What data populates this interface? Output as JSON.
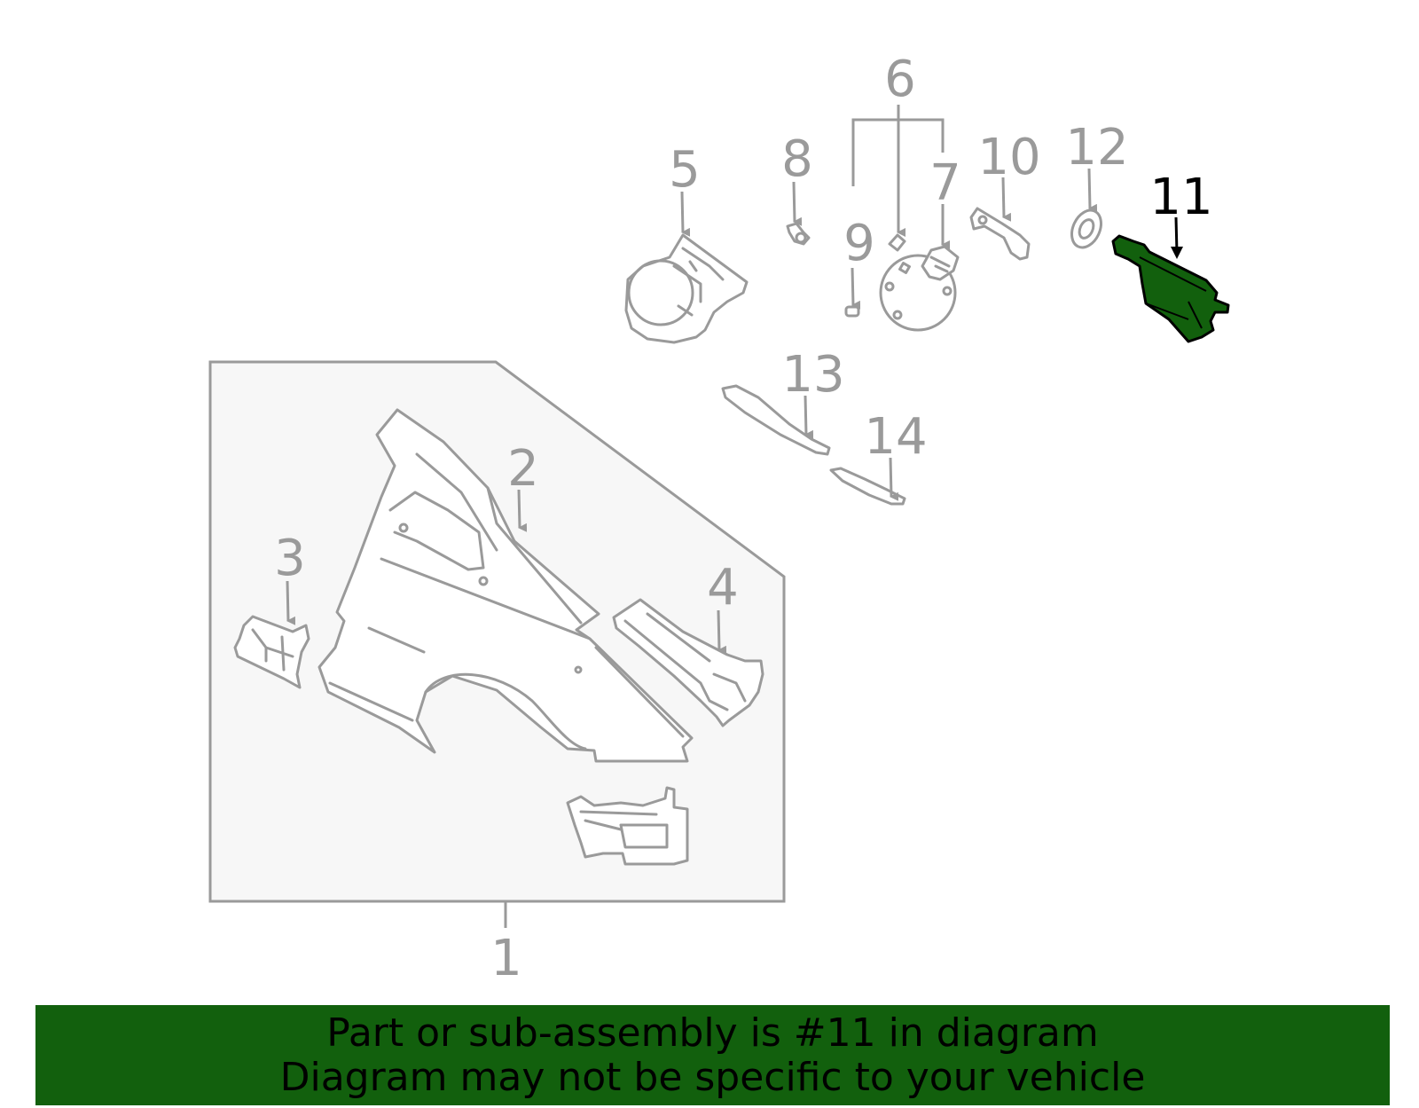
{
  "colors": {
    "banner_bg": "#12600d",
    "highlight_part": "#12600d",
    "line_gray": "#9a9a9a",
    "box_fill": "#f7f7f7",
    "highlight_label": "#000000"
  },
  "callouts": {
    "c1": "1",
    "c2": "2",
    "c3": "3",
    "c4": "4",
    "c5": "5",
    "c6": "6",
    "c7": "7",
    "c8": "8",
    "c9": "9",
    "c10": "10",
    "c11": "11",
    "c12": "12",
    "c13": "13",
    "c14": "14"
  },
  "highlighted_callout": "11",
  "banner": {
    "line1": "Part or sub-assembly is #11 in diagram",
    "line2": "Diagram may not be specific to your vehicle"
  }
}
